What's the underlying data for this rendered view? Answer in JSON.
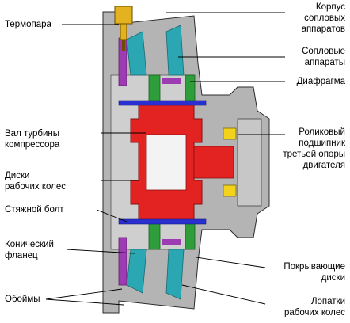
{
  "diagram": {
    "labels": {
      "thermocouple": "Термопара",
      "turbine_shaft": "Вал турбины\nкомпрессора",
      "wheel_disks": "Диски\nрабочих колес",
      "tie_bolt": "Стяжной болт",
      "conical_flange": "Конический\nфланец",
      "retainers": "Обоймы",
      "nozzle_housing": "Корпус\nсопловых\nаппаратов",
      "nozzle_vanes": "Сопловые\nаппараты",
      "diaphragm": "Диафрагма",
      "roller_bearing": "Роликовый\nподшипник\nтретьей опоры\nдвигателя",
      "cover_disks": "Покрывающие\nдиски",
      "rotor_blades": "Лопатки\nрабочих колес"
    },
    "colors": {
      "casing": "#b4b4b4",
      "hub": "#e32222",
      "bolt": "#2a2fd1",
      "vanes": "#2aa7b3",
      "green_parts": "#2e9e3a",
      "purple_parts": "#9d3bb3",
      "thermocouple": "#e3b21e",
      "bearing": "#f2d21b",
      "outline": "#2b2b2b"
    }
  }
}
